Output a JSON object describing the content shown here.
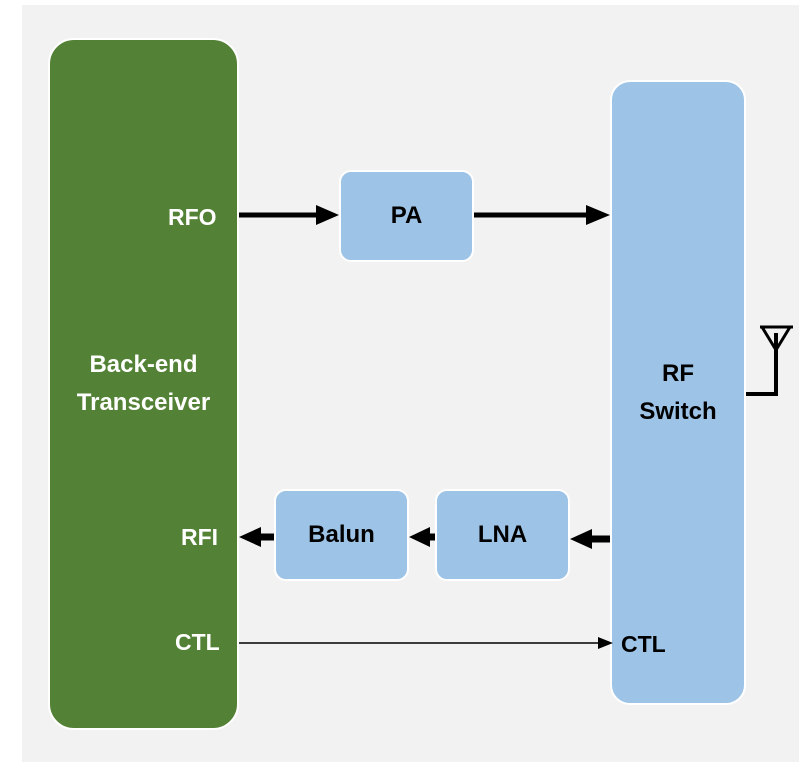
{
  "blocks": {
    "transceiver": "Back-end\nTransceiver",
    "rf_switch": "RF\nSwitch",
    "pa": "PA",
    "balun": "Balun",
    "lna": "LNA"
  },
  "ports": {
    "rfo": "RFO",
    "rfi": "RFI",
    "ctl_out": "CTL",
    "ctl_in": "CTL"
  },
  "colors": {
    "transceiver": "#538135",
    "blocks": "#9dc3e6",
    "background": "#f2f2f2"
  }
}
